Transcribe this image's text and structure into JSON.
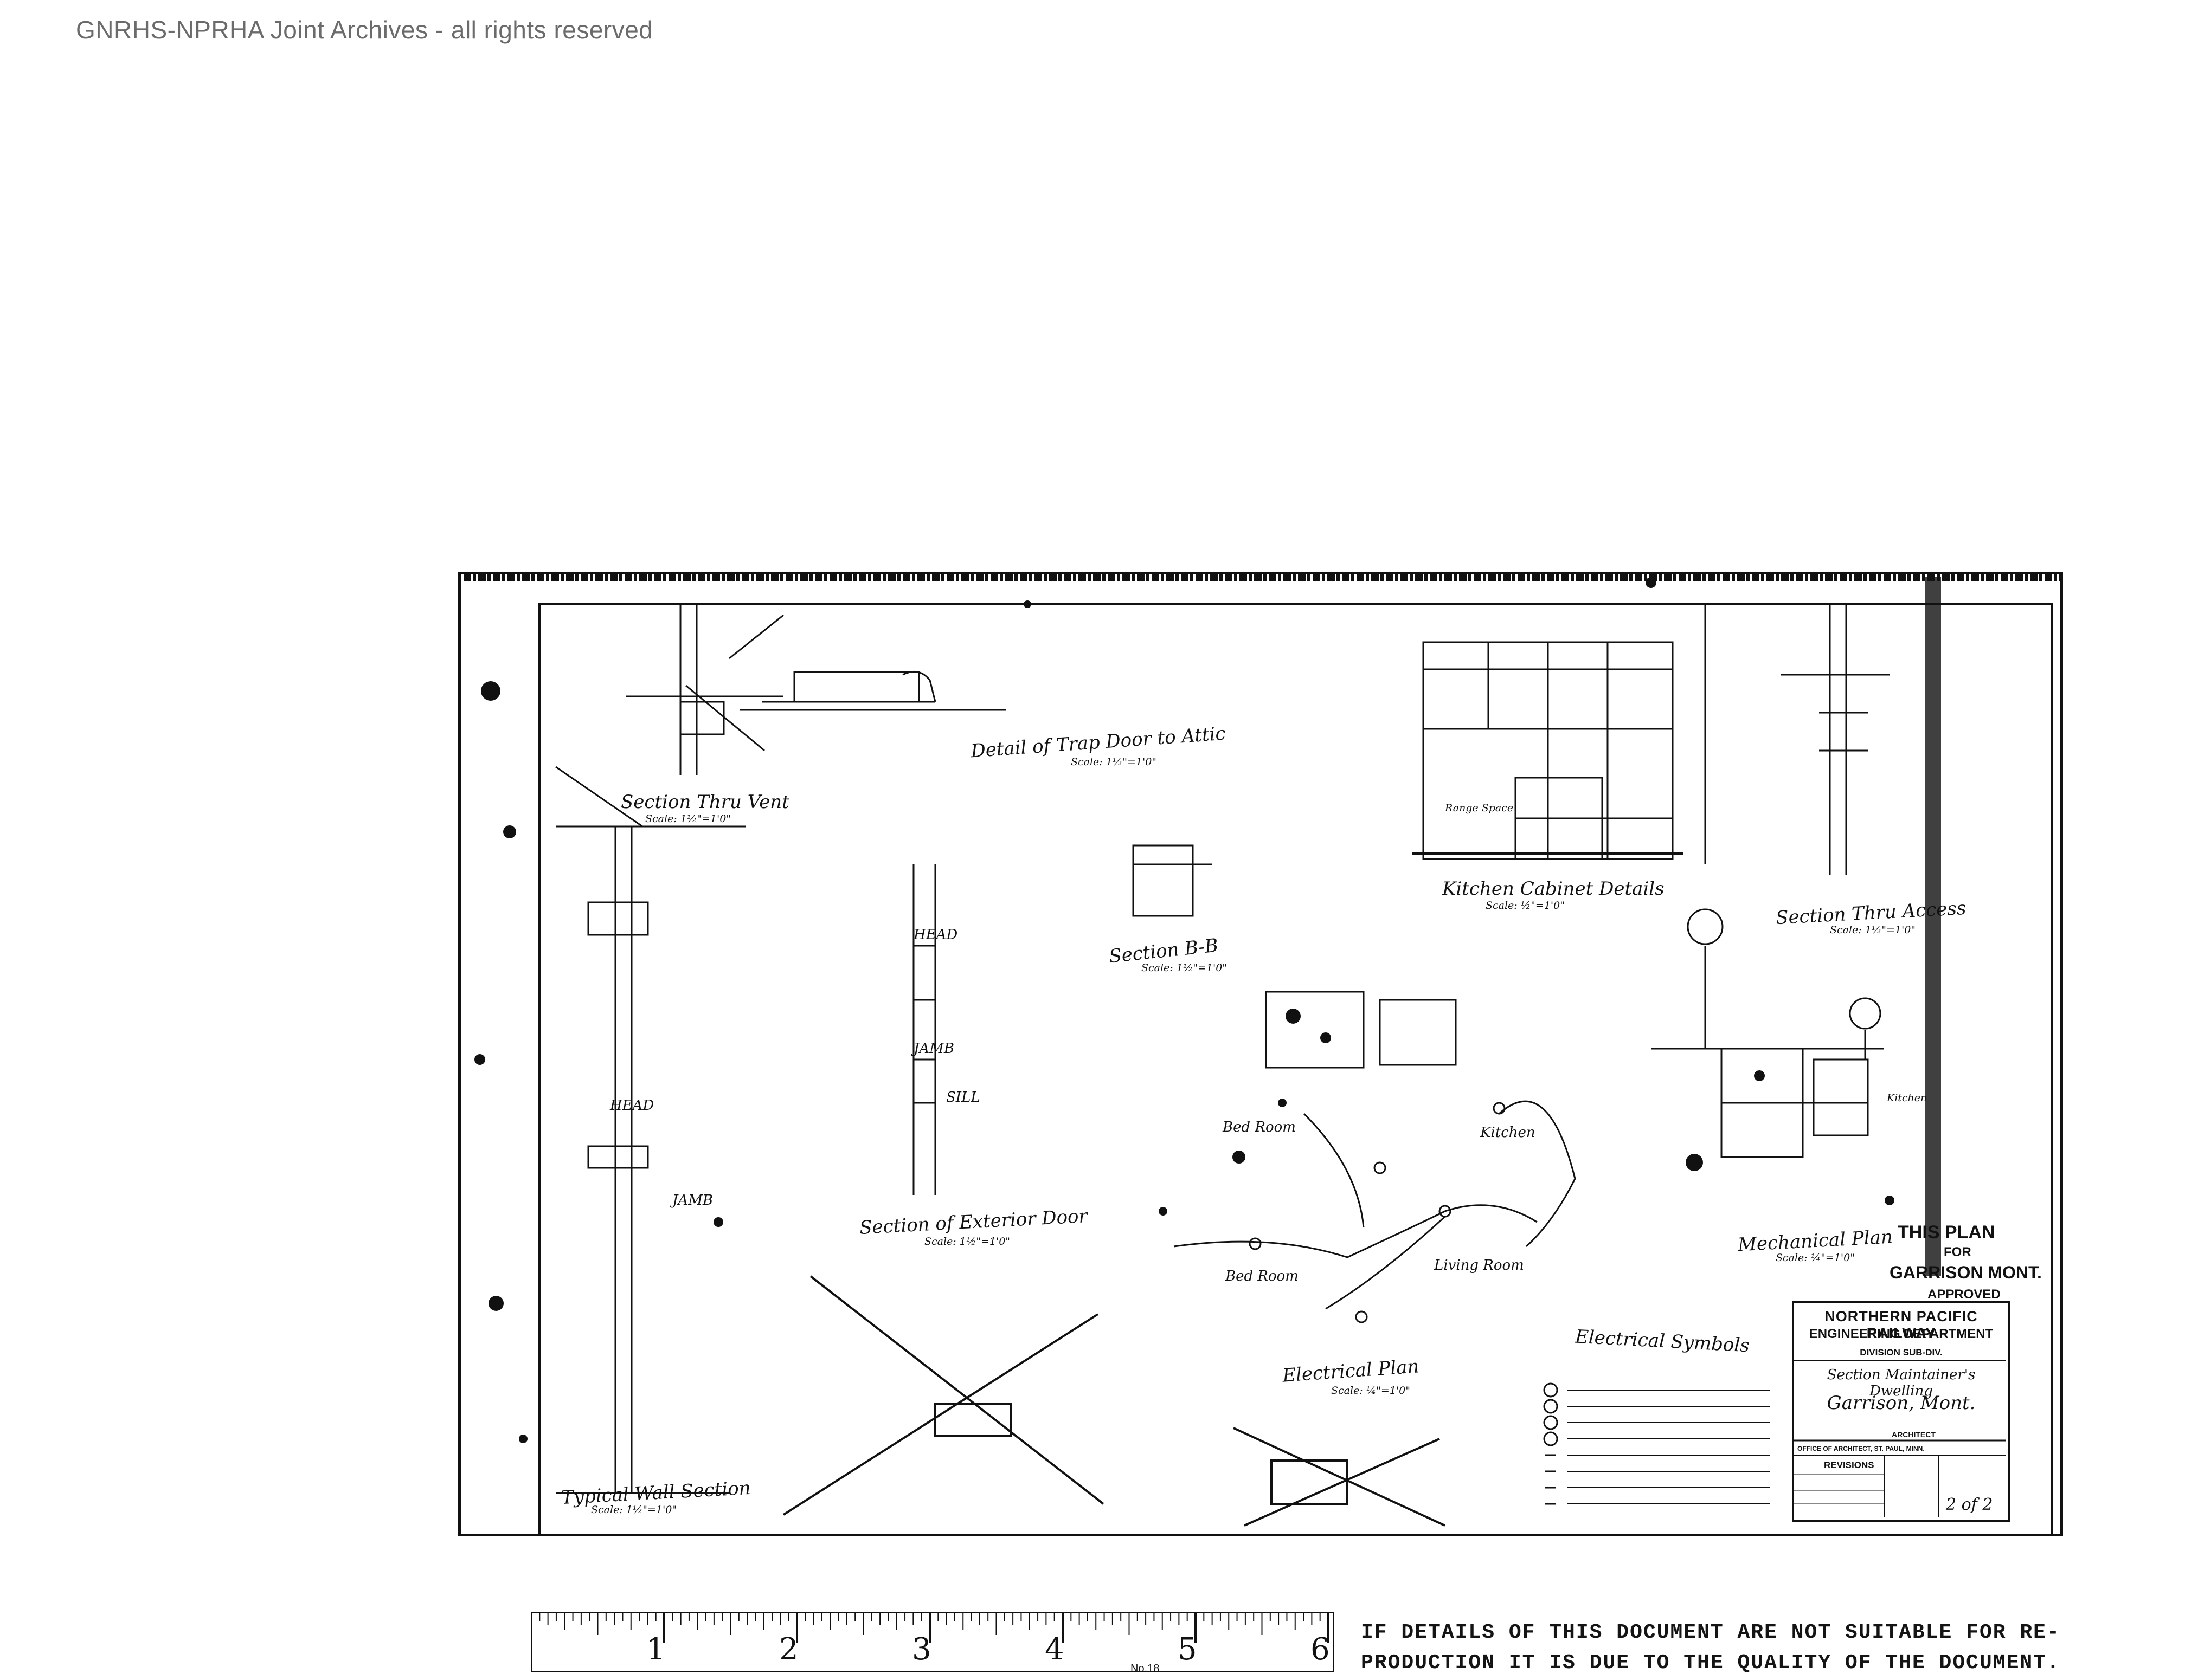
{
  "watermark": "GNRHS-NPRHA Joint Archives - all rights reserved",
  "drawing": {
    "details": {
      "section_vent": "Section Thru Vent",
      "section_vent_scale": "Scale: 1½\"=1'0\"",
      "trap_door": "Detail of Trap Door to Attic",
      "trap_door_scale": "Scale: 1½\"=1'0\"",
      "kitchen_cabinet": "Kitchen Cabinet Details",
      "kitchen_cabinet_scale": "Scale: ½\"=1'0\"",
      "section_access": "Section Thru Access",
      "section_access_scale": "Scale: 1½\"=1'0\"",
      "section_bb": "Section B-B",
      "section_bb_scale": "Scale: 1½\"=1'0\"",
      "section_exterior_door": "Section of Exterior Door",
      "section_exterior_door_scale": "Scale: 1½\"=1'0\"",
      "typical_wall": "Typical Wall Section",
      "typical_wall_scale": "Scale: 1½\"=1'0\"",
      "electrical_plan": "Electrical Plan",
      "electrical_plan_scale": "Scale: ¼\"=1'0\"",
      "electrical_symbols": "Electrical Symbols",
      "mechanical_plan": "Mechanical Plan",
      "mechanical_plan_scale": "Scale: ¼\"=1'0\"",
      "bed_room_1": "Bed Room",
      "bed_room_2": "Bed Room",
      "kitchen": "Kitchen",
      "living_room": "Living Room",
      "head": "HEAD",
      "jamb_1": "JAMB",
      "sill": "SILL",
      "head_2": "HEAD",
      "jamb_2": "JAMB",
      "range_space": "Range Space",
      "kitchen_label": "Kitchen"
    },
    "title_block": {
      "railway": "NORTHERN PACIFIC RAILWAY",
      "department": "ENGINEERING DEPARTMENT",
      "division": "DIVISION        SUB-DIV.",
      "title": "Section Maintainer's Dwelling",
      "place": "Garrison, Mont.",
      "architect_label": "ARCHITECT",
      "office": "OFFICE OF ARCHITECT, ST. PAUL, MINN.",
      "revisions": "REVISIONS",
      "sheet": "2 of 2"
    },
    "stamp": {
      "line1": "THIS PLAN",
      "line2": "FOR",
      "line3": "GARRISON MONT.",
      "line4": "APPROVED"
    }
  },
  "ruler": {
    "numbers": [
      "1",
      "2",
      "3",
      "4",
      "5",
      "6"
    ],
    "label": "No.18"
  },
  "notice": {
    "line1": "IF DETAILS OF THIS DOCUMENT ARE NOT SUITABLE FOR RE-",
    "line2": "PRODUCTION IT IS DUE TO THE QUALITY OF THE DOCUMENT."
  }
}
